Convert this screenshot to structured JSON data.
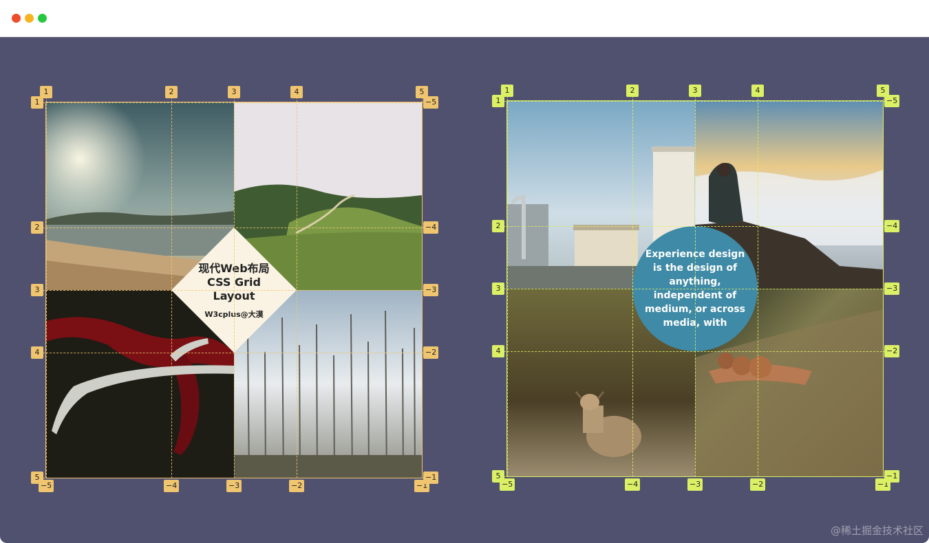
{
  "window": {
    "controls": [
      "close",
      "minimize",
      "maximize"
    ]
  },
  "left_demo": {
    "accent_color": "#f0c56f",
    "col_numbers_top": [
      "1",
      "2",
      "3",
      "4",
      "5"
    ],
    "col_numbers_bottom": [
      "−5",
      "−4",
      "−3",
      "−2",
      "−1"
    ],
    "row_numbers_left": [
      "1",
      "2",
      "3",
      "4",
      "5"
    ],
    "row_numbers_right": [
      "−5",
      "−4",
      "−3",
      "−2",
      "−1"
    ],
    "images": [
      "beach-sunset",
      "green-hills-road",
      "antler-red-cloth",
      "dead-forest-sky"
    ],
    "overlay": {
      "shape": "diamond",
      "line1": "现代Web布局",
      "line2": "CSS Grid",
      "line3": "Layout",
      "sub": "W3cplus@大漠"
    }
  },
  "right_demo": {
    "accent_color": "#dcf065",
    "col_numbers_top": [
      "1",
      "2",
      "3",
      "4",
      "5"
    ],
    "col_numbers_bottom": [
      "−5",
      "−4",
      "−3",
      "−2",
      "−1"
    ],
    "row_numbers_left": [
      "1",
      "2",
      "3",
      "4",
      "5"
    ],
    "row_numbers_right": [
      "−5",
      "−4",
      "−3",
      "−2",
      "−1"
    ],
    "images": [
      "industrial-tanks",
      "man-above-clouds",
      "deer-in-forest",
      "clay-balls-ledge"
    ],
    "overlay": {
      "shape": "circle",
      "text": "Experience design is the design of anything, independent of medium, or across media, with",
      "color": "#3f8aa6"
    }
  },
  "watermark": "@稀土掘金技术社区"
}
